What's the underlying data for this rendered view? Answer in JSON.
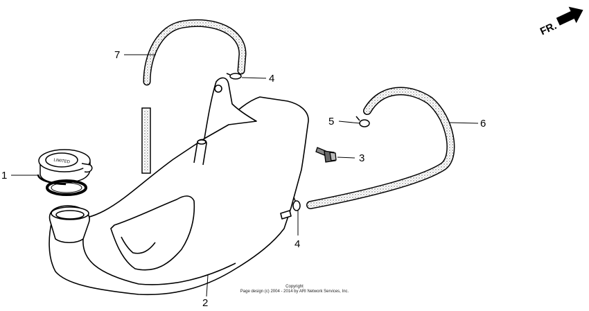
{
  "callouts": {
    "c1": "1",
    "c2": "2",
    "c3": "3",
    "c4a": "4",
    "c4b": "4",
    "c5": "5",
    "c6": "6",
    "c7": "7"
  },
  "direction_arrow": {
    "label": "FR.",
    "icon": "front-direction-arrow-icon"
  },
  "cap_text": "LIMITED",
  "copyright": {
    "line1": "Copyright",
    "line2": "Page design (c) 2004 - 2014 by ARI Network Services, Inc."
  }
}
